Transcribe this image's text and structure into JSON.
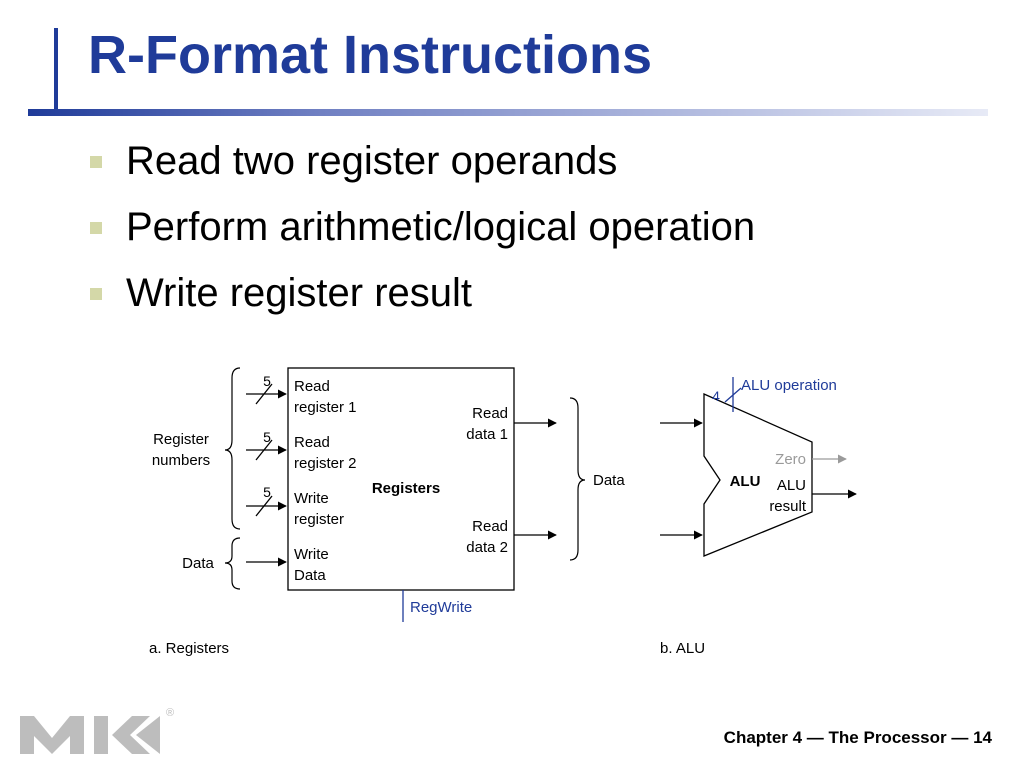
{
  "slide": {
    "title": "R-Format Instructions",
    "bullets": [
      "Read two register operands",
      "Perform arithmetic/logical operation",
      "Write register result"
    ],
    "footer": "Chapter 4 — The Processor — 14"
  },
  "figure": {
    "registers": {
      "block_label": "Registers",
      "inputs": [
        {
          "line1": "Read",
          "line2": "register 1",
          "width": "5"
        },
        {
          "line1": "Read",
          "line2": "register 2",
          "width": "5"
        },
        {
          "line1": "Write",
          "line2": "register",
          "width": "5"
        },
        {
          "line1": "Write",
          "line2": "Data"
        }
      ],
      "outputs": [
        {
          "line1": "Read",
          "line2": "data 1"
        },
        {
          "line1": "Read",
          "line2": "data 2"
        }
      ],
      "left_group_line1": "Register",
      "left_group_line2": "numbers",
      "left_data": "Data",
      "right_data": "Data",
      "control": "RegWrite",
      "caption": "a. Registers"
    },
    "alu": {
      "block_label": "ALU",
      "control_width": "4",
      "control_label": "ALU operation",
      "zero_label": "Zero",
      "result_line1": "ALU",
      "result_line2": "result",
      "caption": "b. ALU"
    },
    "colors": {
      "control": "#1f3b99",
      "zero": "#9a9a9a",
      "ink": "#000000"
    }
  },
  "logo": {
    "text": "MK",
    "registered": "®"
  }
}
